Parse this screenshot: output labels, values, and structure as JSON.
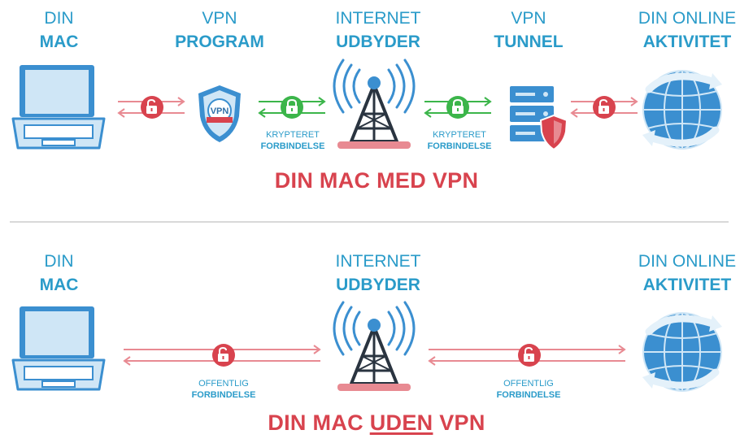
{
  "top": {
    "headers": [
      {
        "line1": "DIN",
        "line2": "MAC"
      },
      {
        "line1": "VPN",
        "line2": "PROGRAM"
      },
      {
        "line1": "INTERNET",
        "line2": "UDBYDER"
      },
      {
        "line1": "VPN",
        "line2": "TUNNEL"
      },
      {
        "line1": "DIN ONLINE",
        "line2": "AKTIVITET"
      }
    ],
    "captions": [
      {
        "line1": "KRYPTERET",
        "line2": "FORBINDELSE"
      },
      {
        "line1": "KRYPTERET",
        "line2": "FORBINDELSE"
      }
    ],
    "vpn_badge": "VPN",
    "title": "DIN MAC MED VPN"
  },
  "bottom": {
    "headers": [
      {
        "line1": "DIN",
        "line2": "MAC"
      },
      {
        "line1": "INTERNET",
        "line2": "UDBYDER"
      },
      {
        "line1": "DIN ONLINE",
        "line2": "AKTIVITET"
      }
    ],
    "captions": [
      {
        "line1": "OFFENTLIG",
        "line2": "FORBINDELSE"
      },
      {
        "line1": "OFFENTLIG",
        "line2": "FORBINDELSE"
      }
    ],
    "title_prefix": "DIN MAC ",
    "title_emphasis": "UDEN",
    "title_suffix": " VPN"
  },
  "colors": {
    "blue": "#2a9bc9",
    "red": "#d8434e",
    "green": "#3bb54a",
    "laptop": "#3b8fd0",
    "laptop_light": "#cfe6f6"
  },
  "icons": [
    "laptop-icon",
    "vpn-shield-icon",
    "cell-tower-icon",
    "server-icon",
    "globe-icon",
    "padlock-open-icon",
    "padlock-closed-icon"
  ]
}
